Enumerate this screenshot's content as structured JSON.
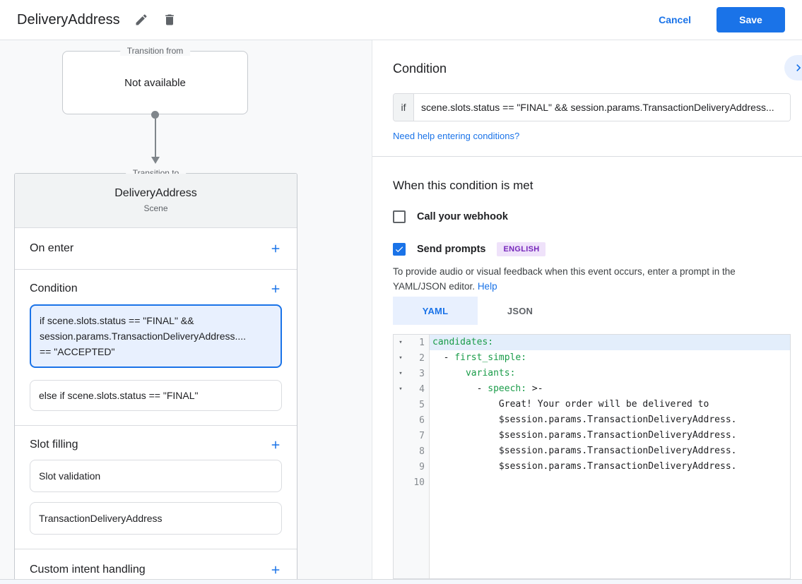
{
  "header": {
    "title": "DeliveryAddress",
    "cancel_label": "Cancel",
    "save_label": "Save"
  },
  "icons": {
    "edit": "pencil-icon",
    "delete": "trash-icon",
    "add": "plus-icon",
    "expand": "chevron-right-icon",
    "fold": "triangle-down-icon",
    "checked": "checkmark-icon"
  },
  "colors": {
    "accent_blue": "#1a73e8",
    "selected_card_bg": "#e8f0fe",
    "badge_bg": "#efe2fa",
    "badge_text": "#7627bb",
    "yaml_key_green": "#1a9c49",
    "line_highlight": "#e3eefb"
  },
  "graph": {
    "transition_from": {
      "legend": "Transition from",
      "value": "Not available"
    },
    "scene": {
      "legend": "Transition to",
      "title": "DeliveryAddress",
      "subtitle": "Scene",
      "on_enter_label": "On enter",
      "condition_label": "Condition",
      "condition_selected_text": "if scene.slots.status == \"FINAL\" &&\nsession.params.TransactionDeliveryAddress....\n== \"ACCEPTED\"",
      "condition_else_text": "else if scene.slots.status == \"FINAL\"",
      "slot_filling_label": "Slot filling",
      "slot_cards": [
        "Slot validation",
        "TransactionDeliveryAddress"
      ],
      "custom_intent_label": "Custom intent handling"
    }
  },
  "condition_panel": {
    "heading": "Condition",
    "if_label": "if",
    "expression": "scene.slots.status == \"FINAL\" && session.params.TransactionDeliveryAddress...",
    "help_link": "Need help entering conditions?"
  },
  "when_met": {
    "heading": "When this condition is met",
    "webhook_label": "Call your webhook",
    "webhook_checked": false,
    "send_prompts_label": "Send prompts",
    "send_prompts_checked": true,
    "language_badge": "ENGLISH",
    "description": "To provide audio or visual feedback when this event occurs, enter a prompt in the YAML/JSON editor.",
    "help_label": "Help"
  },
  "editor": {
    "tabs": [
      {
        "label": "YAML",
        "active": true
      },
      {
        "label": "JSON",
        "active": false
      }
    ],
    "token_colors": {
      "key": "#1a9c49",
      "plain": "#202124"
    },
    "lines": [
      {
        "num": 1,
        "fold": true,
        "highlight": true,
        "tokens": [
          {
            "type": "key",
            "text": "candidates:"
          }
        ]
      },
      {
        "num": 2,
        "fold": true,
        "tokens": [
          {
            "type": "plain",
            "text": "  - "
          },
          {
            "type": "key",
            "text": "first_simple:"
          }
        ]
      },
      {
        "num": 3,
        "fold": true,
        "tokens": [
          {
            "type": "plain",
            "text": "      "
          },
          {
            "type": "key",
            "text": "variants:"
          }
        ]
      },
      {
        "num": 4,
        "fold": true,
        "tokens": [
          {
            "type": "plain",
            "text": "        - "
          },
          {
            "type": "key",
            "text": "speech:"
          },
          {
            "type": "plain",
            "text": " >-"
          }
        ]
      },
      {
        "num": 5,
        "tokens": [
          {
            "type": "plain",
            "text": "            Great! Your order will be delivered to"
          }
        ]
      },
      {
        "num": 6,
        "tokens": [
          {
            "type": "plain",
            "text": "            $session.params.TransactionDeliveryAddress."
          }
        ]
      },
      {
        "num": 7,
        "tokens": [
          {
            "type": "plain",
            "text": "            $session.params.TransactionDeliveryAddress."
          }
        ]
      },
      {
        "num": 8,
        "tokens": [
          {
            "type": "plain",
            "text": "            $session.params.TransactionDeliveryAddress."
          }
        ]
      },
      {
        "num": 9,
        "tokens": [
          {
            "type": "plain",
            "text": "            $session.params.TransactionDeliveryAddress."
          }
        ]
      },
      {
        "num": 10,
        "tokens": []
      }
    ]
  }
}
